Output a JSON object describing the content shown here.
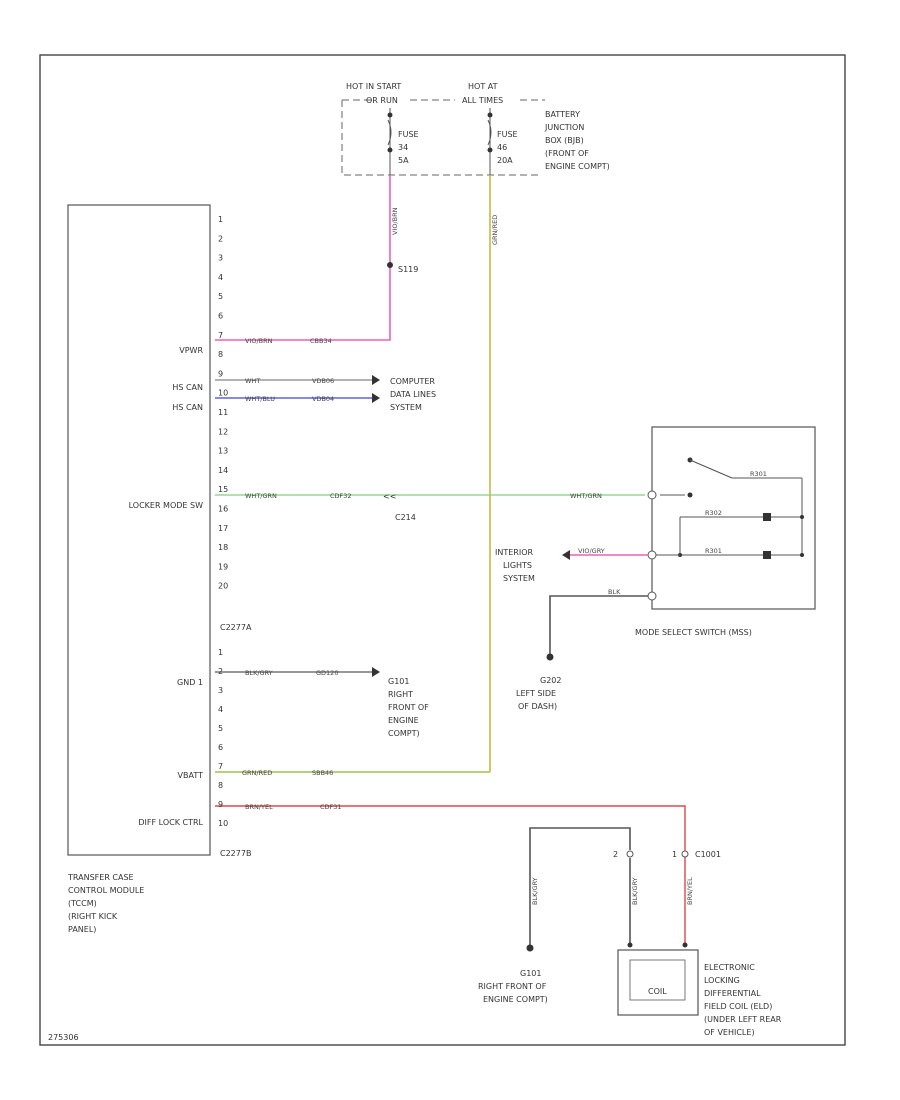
{
  "colors": {
    "frame": "#444444",
    "pink": "#f060b0",
    "yellow": "#c8b840",
    "green": "#80d080",
    "red": "#e04848",
    "blue": "#6060e0",
    "gray": "#555555",
    "text": "#333333"
  },
  "fuses": {
    "left_header_1": "HOT IN START",
    "left_header_2": "OR RUN",
    "left_1": "FUSE",
    "left_2": "34",
    "left_3": "5A",
    "right_header_1": "HOT AT",
    "right_header_2": "ALL TIMES",
    "right_1": "FUSE",
    "right_2": "46",
    "right_3": "20A",
    "box_label": [
      "BATTERY",
      "JUNCTION",
      "BOX (BJB)",
      "(FRONT OF",
      "ENGINE COMPT)"
    ]
  },
  "splice": "S119",
  "module": {
    "connector_a": "C2277A",
    "connector_b": "C2277B",
    "pins_a": [
      "1",
      "2",
      "3",
      "4",
      "5",
      "6",
      "7",
      "8",
      "9",
      "10",
      "11",
      "12",
      "13",
      "14",
      "15",
      "16",
      "17",
      "18",
      "19",
      "20"
    ],
    "pins_b": [
      "1",
      "2",
      "3",
      "4",
      "5",
      "6",
      "7",
      "8",
      "9",
      "10"
    ],
    "labels": {
      "vpwr": "VPWR",
      "hscanh": "HS CAN",
      "hscanl": "HS CAN",
      "locker": "LOCKER MODE SW",
      "gnd": "GND 1",
      "vbatt": "VBATT",
      "diff": "DIFF LOCK CTRL"
    },
    "name": [
      "TRANSFER CASE",
      "CONTROL MODULE",
      "(TCCM)",
      "(RIGHT KICK",
      "PANEL)"
    ]
  },
  "wires": {
    "vpwr_color": "VIO/BRN",
    "vpwr_circuit": "CBB34",
    "vpwr_vert": "VIO/BRN",
    "canh_color": "WHT",
    "canh_circuit": "VDB06",
    "canl_color": "WHT/BLU",
    "canl_circuit": "VDB04",
    "locker_color": "WHT/GRN",
    "locker_circuit": "CDF32",
    "locker_right_color": "WHT/GRN",
    "gnd_color": "BLK/GRY",
    "gnd_circuit": "GD120",
    "vbatt_color": "GRN/RED",
    "vbatt_circuit": "SBB46",
    "vbatt_vert": "GRN/RED",
    "diff_color": "BRN/YEL",
    "diff_circuit": "CDF31",
    "ilum_color": "VIO/GRY",
    "sw_blk": "BLK",
    "res_1": "R301",
    "res_2": "R302",
    "res_3": "R301",
    "coil_left": "BLK/GRY",
    "coil_mid": "BLK/GRY",
    "coil_right": "BRN/YEL"
  },
  "connectors": {
    "c214": "C214",
    "c1001": "C1001",
    "pin_2": "2",
    "pin_1": "1"
  },
  "destinations": {
    "computer": [
      "COMPUTER",
      "DATA LINES",
      "SYSTEM"
    ],
    "interior": [
      "INTERIOR",
      "LIGHTS",
      "SYSTEM"
    ],
    "g101_a": [
      "G101",
      "RIGHT",
      "FRONT OF",
      "ENGINE",
      "COMPT)"
    ],
    "g202": [
      "G202",
      "LEFT SIDE",
      "OF DASH)"
    ],
    "g101_b": [
      "G101",
      "RIGHT FRONT OF",
      "ENGINE COMPT)"
    ]
  },
  "switch": {
    "name": "MODE SELECT SWITCH (MSS)"
  },
  "coil": {
    "inner": "COIL",
    "name": [
      "ELECTRONIC",
      "LOCKING",
      "DIFFERENTIAL",
      "FIELD COIL (ELD)",
      "(UNDER LEFT REAR",
      "OF VEHICLE)"
    ]
  },
  "footer": "275306"
}
